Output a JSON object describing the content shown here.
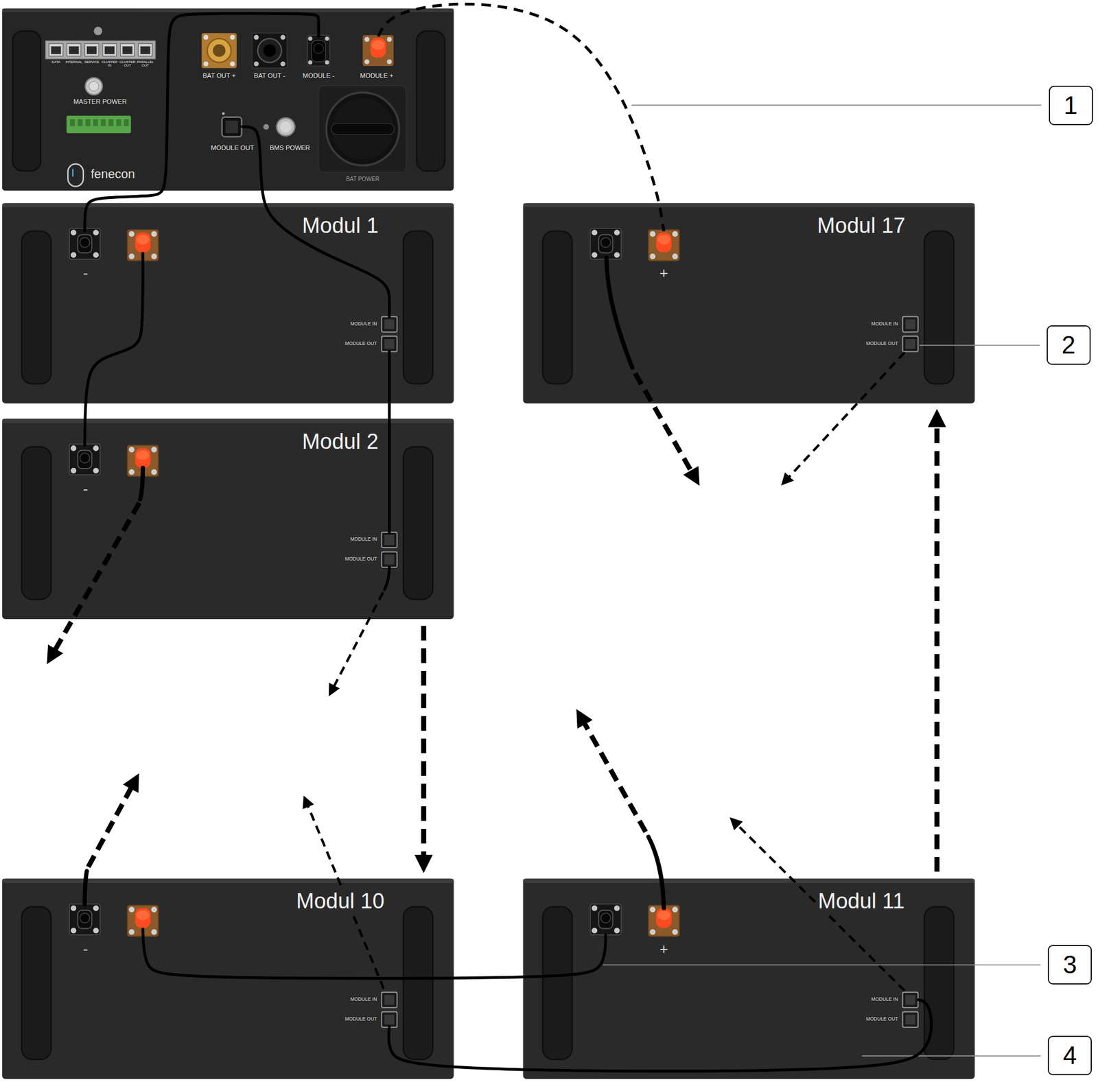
{
  "diagram": {
    "nodes": [
      {
        "text": [
          "DATA",
          "INTERNAL",
          "SERVICE",
          "CLUSTER IN",
          "CLUSTER OUT",
          "PARALLEL OUT",
          "BAT OUT +",
          "BAT OUT -",
          "MODULE -",
          "MODULE +",
          "MASTER POWER",
          "MODULE OUT",
          "BMS POWER",
          "BAT POWER",
          "fenecon"
        ]
      },
      {
        "text": [
          "Modul 1",
          "-",
          "MODULE IN",
          "MODULE OUT"
        ]
      },
      {
        "text": [
          "Modul 17",
          "+",
          "MODULE IN",
          "MODULE OUT"
        ]
      },
      {
        "text": [
          "Modul 2",
          "-",
          "MODULE IN",
          "MODULE OUT"
        ]
      },
      {
        "text": [
          "Modul 10",
          "-",
          "MODULE IN",
          "MODULE OUT"
        ]
      },
      {
        "text": [
          "Modul 11",
          "+",
          "MODULE IN",
          "MODULE OUT"
        ]
      }
    ],
    "edges": [
      {
        "from": 0,
        "to": 1,
        "arrow": "none"
      },
      {
        "from": 0,
        "to": 1,
        "arrow": "none"
      },
      {
        "from": 1,
        "to": 3,
        "arrow": "none"
      },
      {
        "from": 1,
        "to": 3,
        "arrow": "none"
      },
      {
        "from": 4,
        "to": 5,
        "arrow": "none"
      },
      {
        "from": 4,
        "to": 5,
        "arrow": "none"
      },
      {
        "from": 0,
        "to": 2,
        "arrow": "none"
      },
      {
        "from": 3,
        "to": 4,
        "arrow": "to"
      },
      {
        "from": 5,
        "to": 2,
        "arrow": "to"
      }
    ],
    "labels": [
      "1",
      "2",
      "3",
      "4"
    ]
  }
}
